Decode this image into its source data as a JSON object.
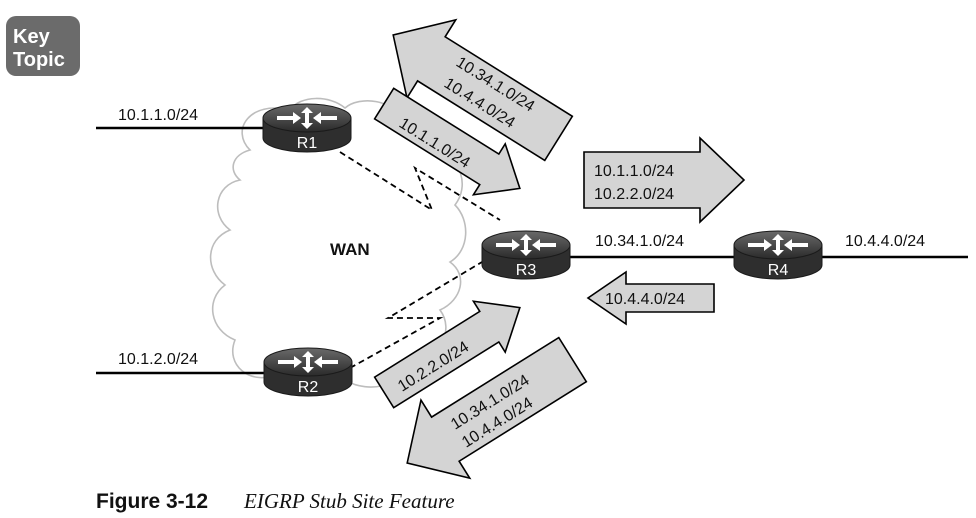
{
  "badge": {
    "line1": "Key",
    "line2": "Topic"
  },
  "cloud_label": "WAN",
  "routers": {
    "r1": {
      "label": "R1",
      "network": "10.1.1.0/24"
    },
    "r2": {
      "label": "R2",
      "network": "10.1.2.0/24"
    },
    "r3": {
      "label": "R3"
    },
    "r4": {
      "label": "R4",
      "network": "10.4.4.0/24"
    }
  },
  "links": {
    "r3_r4": "10.34.1.0/24"
  },
  "arrows": {
    "to_r1": [
      "10.34.1.0/24",
      "10.4.4.0/24"
    ],
    "from_r1": [
      "10.1.1.0/24"
    ],
    "to_r4": [
      "10.1.1.0/24",
      "10.2.2.0/24"
    ],
    "from_r4": [
      "10.4.4.0/24"
    ],
    "from_r2": [
      "10.2.2.0/24"
    ],
    "to_r2": [
      "10.34.1.0/24",
      "10.4.4.0/24"
    ]
  },
  "caption": {
    "number": "Figure 3-12",
    "title": "EIGRP Stub Site Feature"
  },
  "colors": {
    "router_fill": "#3b3b3b",
    "arrow_fill": "#d4d4d4",
    "badge_fill": "#6b6b6b"
  }
}
